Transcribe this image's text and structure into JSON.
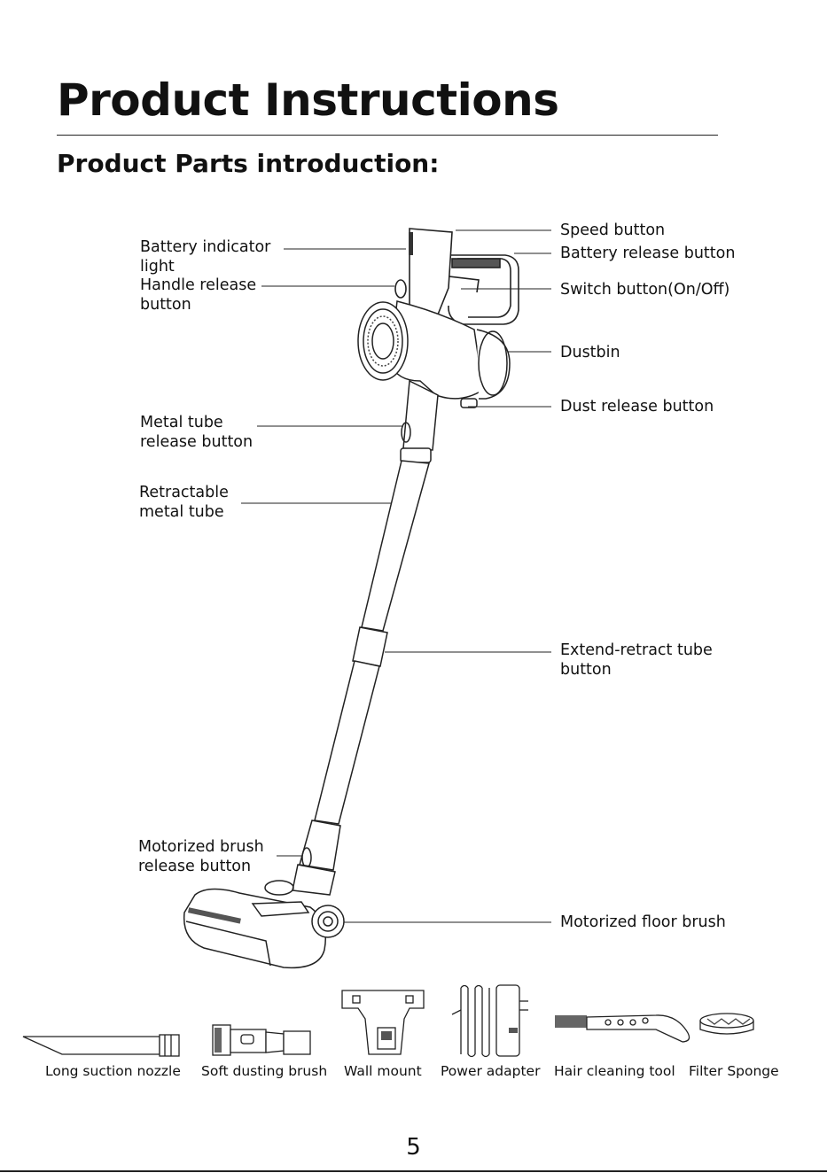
{
  "page": {
    "title": "Product Instructions",
    "subtitle": "Product Parts introduction:",
    "page_number": "5"
  },
  "labels": {
    "battery_indicator": "Battery indicator\nlight",
    "handle_release": "Handle release\nbutton",
    "metal_tube_release": "Metal tube\nrelease button",
    "retractable_tube": "Retractable\nmetal tube",
    "motorized_brush_release": "Motorized brush\nrelease button",
    "speed_button": "Speed button",
    "battery_release": "Battery release button",
    "switch_button": "Switch button(On/Off)",
    "dustbin": "Dustbin",
    "dust_release": "Dust release button",
    "extend_retract": "Extend-retract tube\nbutton",
    "floor_brush": "Motorized floor brush"
  },
  "accessories": [
    {
      "label": "Long suction nozzle"
    },
    {
      "label": "Soft dusting brush"
    },
    {
      "label": "Wall mount"
    },
    {
      "label": "Power adapter"
    },
    {
      "label": "Hair cleaning tool"
    },
    {
      "label": "Filter Sponge"
    }
  ]
}
